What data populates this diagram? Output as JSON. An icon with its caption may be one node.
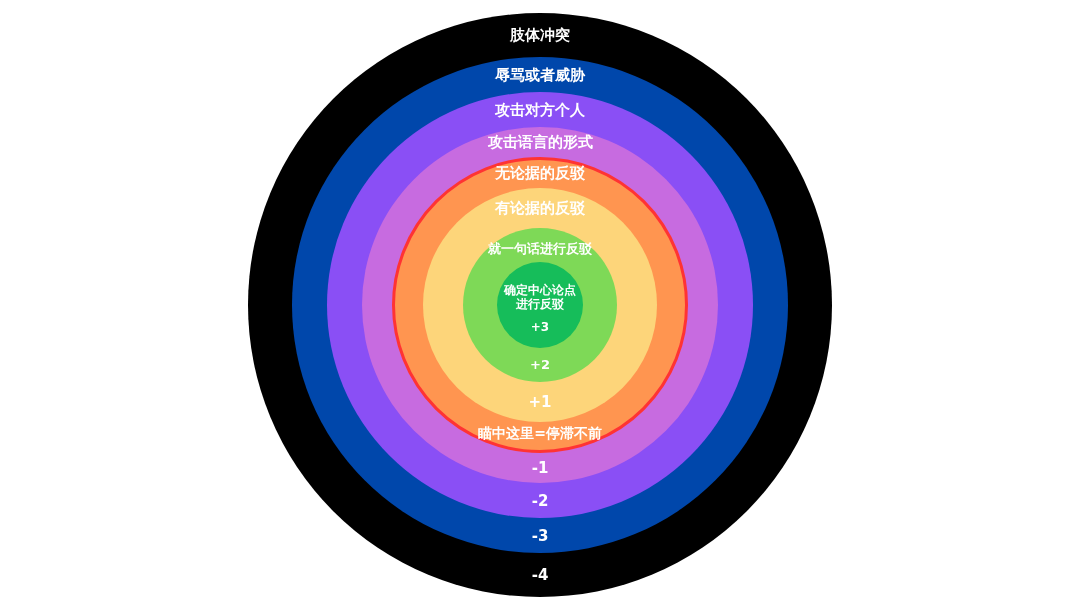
{
  "diagram": {
    "nodes": [
      {
        "text": [
          "肢体冲突",
          "-4"
        ]
      },
      {
        "text": [
          "辱骂或者威胁",
          "-3"
        ],
        "in": 0
      },
      {
        "text": [
          "攻击对方个人",
          "-2"
        ],
        "in": 1
      },
      {
        "text": [
          "攻击语言的形式",
          "-1"
        ],
        "in": 2
      },
      {
        "text": [
          "无论据的反驳",
          "瞄中这里=停滞不前"
        ],
        "in": 3
      },
      {
        "text": [
          "有论据的反驳",
          "+1"
        ],
        "in": 4
      },
      {
        "text": [
          "就一句话进行反驳",
          "+2"
        ],
        "in": 5
      },
      {
        "text": [
          "确定中心论点进行反驳",
          "+3"
        ],
        "in": 6
      }
    ]
  }
}
